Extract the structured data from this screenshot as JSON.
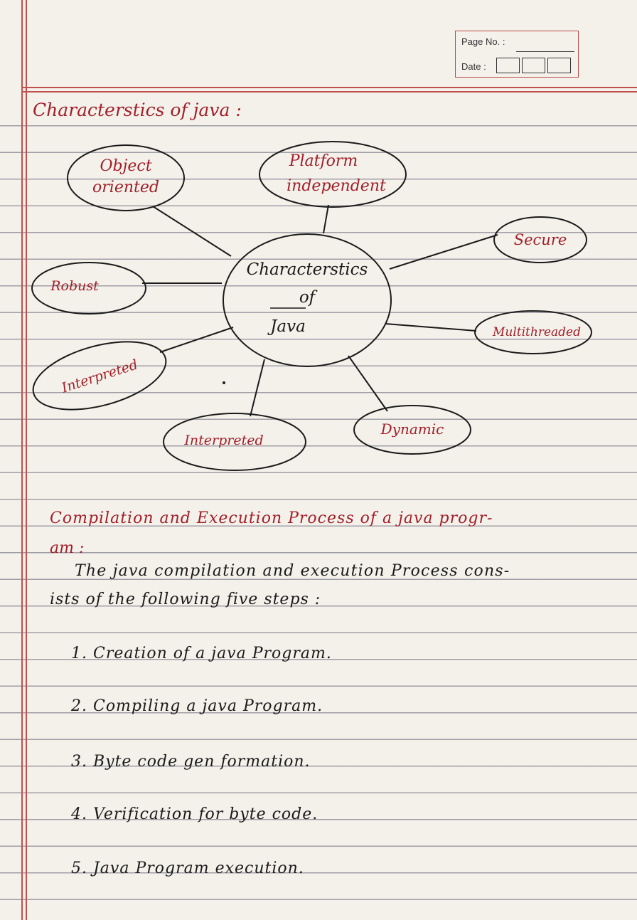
{
  "header": {
    "page_no_label": "Page No. :",
    "date_label": "Date :"
  },
  "section1": {
    "title": "Characterstics of java :"
  },
  "diagram": {
    "center": [
      "Characterstics",
      "of",
      "Java"
    ],
    "nodes": {
      "object_oriented": [
        "Object",
        "oriented"
      ],
      "platform_independent": [
        "Platform",
        "independent"
      ],
      "secure": "Secure",
      "robust": "Robust",
      "multithreaded": "Multithreaded",
      "interpreted_left": "Interpreted",
      "interpreted_bottom": "Interpreted",
      "dynamic": "Dynamic"
    }
  },
  "section2": {
    "title_line1": "Compilation and Execution Process of a java progr-",
    "title_line2": "am :",
    "intro_line1": "The java compilation and execution Process cons-",
    "intro_line2": "ists of the following five steps :",
    "steps": [
      "1. Creation of a java Program.",
      "2. Compiling a java Program.",
      "3. Byte code gen formation.",
      "4. Verification for byte code.",
      "5. Java Program execution."
    ]
  },
  "colors": {
    "ink_red": "#a1202a",
    "ink_black": "#1a1a1a",
    "margin_red": "#c0504d"
  }
}
